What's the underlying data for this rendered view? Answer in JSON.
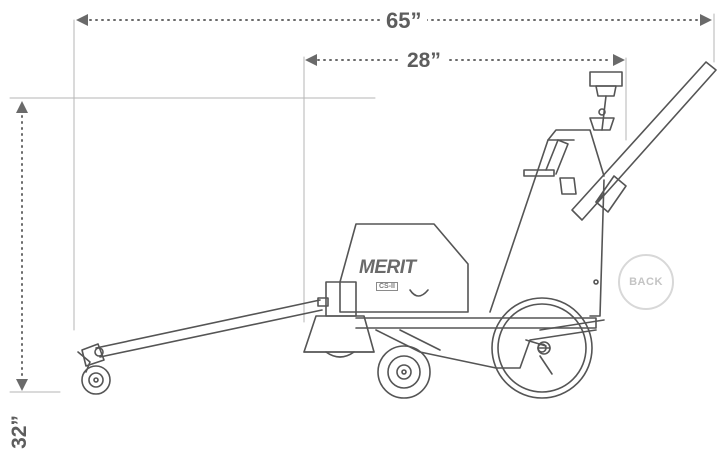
{
  "dimensions": {
    "width": "65”",
    "depth": "28”",
    "height": "32”"
  },
  "product": {
    "brand": "MERIT",
    "model_tag": "CS-II"
  },
  "navigation": {
    "back_label": "BACK"
  }
}
